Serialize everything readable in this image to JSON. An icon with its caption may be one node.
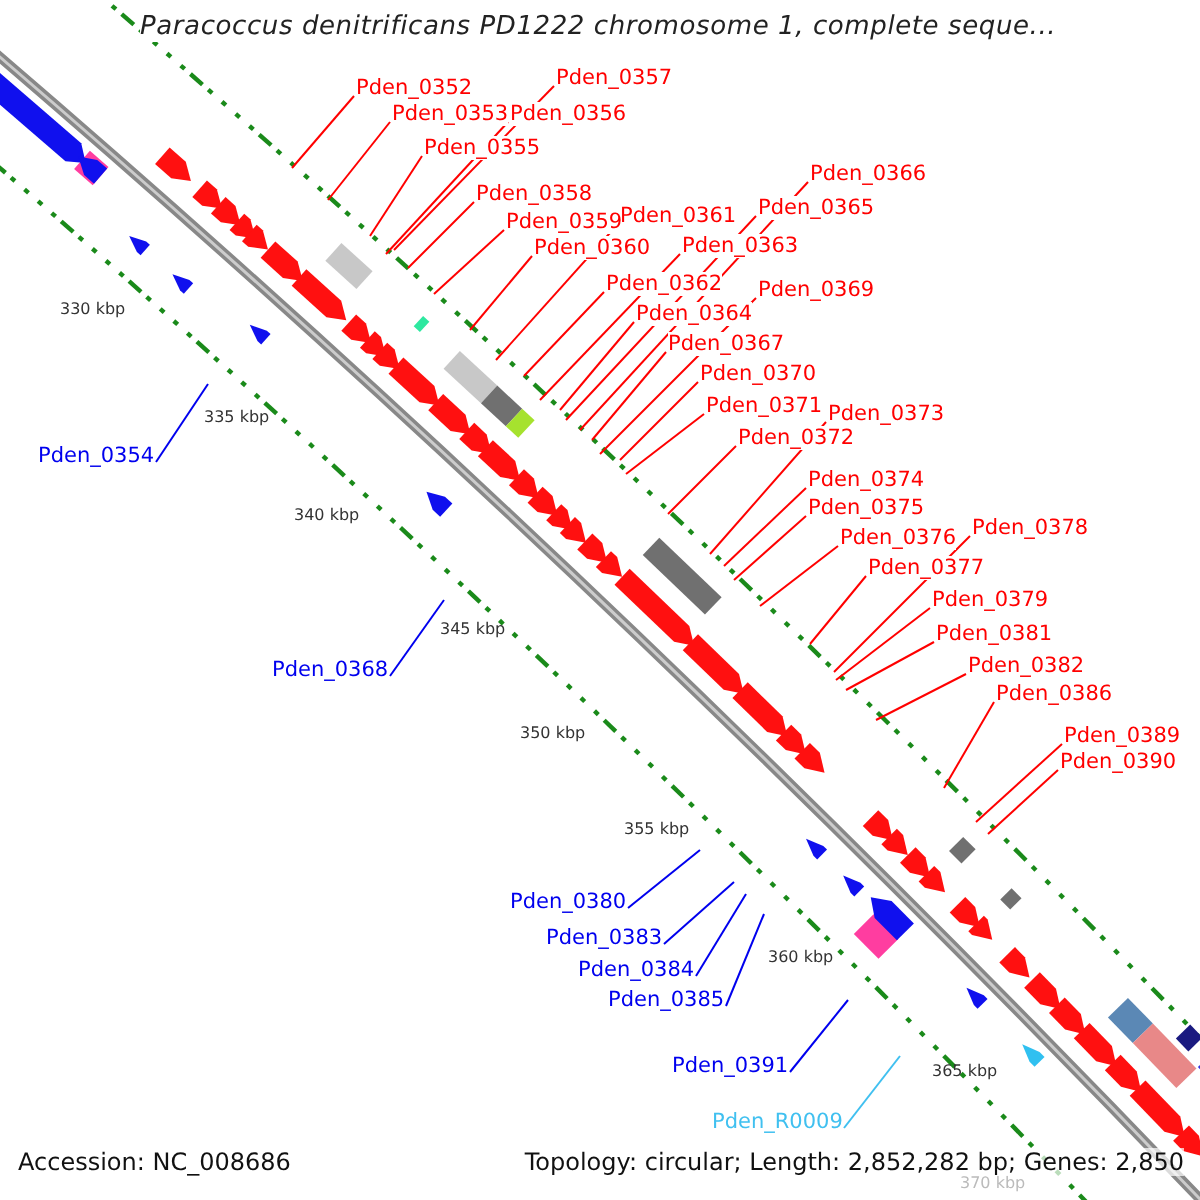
{
  "diagram": {
    "title": "Paracoccus denitrificans PD1222 chromosome 1, complete seque...",
    "nodes": [
      {
        "text": [
          "Pden_0357"
        ]
      },
      {
        "text": [
          "Pden_0352"
        ]
      },
      {
        "text": [
          "Pden_0353"
        ]
      },
      {
        "text": [
          "Pden_0356"
        ]
      },
      {
        "text": [
          "Pden_0355"
        ]
      },
      {
        "text": [
          "Pden_0366"
        ]
      },
      {
        "text": [
          "Pden_0358"
        ]
      },
      {
        "text": [
          "Pden_0365"
        ]
      },
      {
        "text": [
          "Pden_0361"
        ]
      },
      {
        "text": [
          "Pden_0359"
        ]
      },
      {
        "text": [
          "Pden_0363"
        ]
      },
      {
        "text": [
          "Pden_0360"
        ]
      },
      {
        "text": [
          "Pden_0362"
        ]
      },
      {
        "text": [
          "Pden_0369"
        ]
      },
      {
        "text": [
          "Pden_0364"
        ]
      },
      {
        "text": [
          "Pden_0367"
        ]
      },
      {
        "text": [
          "Pden_0370"
        ]
      },
      {
        "text": [
          "Pden_0371"
        ]
      },
      {
        "text": [
          "Pden_0373"
        ]
      },
      {
        "text": [
          "Pden_0372"
        ]
      },
      {
        "text": [
          "Pden_0354"
        ]
      },
      {
        "text": [
          "Pden_0374"
        ]
      },
      {
        "text": [
          "Pden_0375"
        ]
      },
      {
        "text": [
          "Pden_0378"
        ]
      },
      {
        "text": [
          "Pden_0376"
        ]
      },
      {
        "text": [
          "Pden_0377"
        ]
      },
      {
        "text": [
          "Pden_0379"
        ]
      },
      {
        "text": [
          "Pden_0381"
        ]
      },
      {
        "text": [
          "Pden_0382"
        ]
      },
      {
        "text": [
          "Pden_0368"
        ]
      },
      {
        "text": [
          "Pden_0386"
        ]
      },
      {
        "text": [
          "Pden_0389"
        ]
      },
      {
        "text": [
          "Pden_0390"
        ]
      },
      {
        "text": [
          "Pden_0380"
        ]
      },
      {
        "text": [
          "Pden_0383"
        ]
      },
      {
        "text": [
          "Pden_0384"
        ]
      },
      {
        "text": [
          "Pden_0385"
        ]
      },
      {
        "text": [
          "Pden_0391"
        ]
      },
      {
        "text": [
          "Pden_R0009"
        ]
      }
    ],
    "edges": [
      {
        "from": 0,
        "to": null,
        "arrow": "none"
      },
      {
        "from": 1,
        "to": null,
        "arrow": "none"
      },
      {
        "from": 2,
        "to": null,
        "arrow": "none"
      },
      {
        "from": 3,
        "to": null,
        "arrow": "none"
      },
      {
        "from": 4,
        "to": null,
        "arrow": "none"
      },
      {
        "from": 5,
        "to": null,
        "arrow": "none"
      },
      {
        "from": 6,
        "to": null,
        "arrow": "none"
      },
      {
        "from": 7,
        "to": null,
        "arrow": "none"
      },
      {
        "from": 8,
        "to": null,
        "arrow": "none"
      },
      {
        "from": 9,
        "to": null,
        "arrow": "none"
      },
      {
        "from": 10,
        "to": null,
        "arrow": "none"
      },
      {
        "from": 11,
        "to": null,
        "arrow": "none"
      },
      {
        "from": 12,
        "to": null,
        "arrow": "none"
      },
      {
        "from": 13,
        "to": null,
        "arrow": "none"
      },
      {
        "from": 14,
        "to": null,
        "arrow": "none"
      },
      {
        "from": 15,
        "to": null,
        "arrow": "none"
      },
      {
        "from": 16,
        "to": null,
        "arrow": "none"
      },
      {
        "from": 17,
        "to": null,
        "arrow": "none"
      },
      {
        "from": 18,
        "to": null,
        "arrow": "none"
      },
      {
        "from": 19,
        "to": null,
        "arrow": "none"
      },
      {
        "from": 20,
        "to": null,
        "arrow": "none",
        "color": "#0000ee"
      },
      {
        "from": 21,
        "to": null,
        "arrow": "none"
      },
      {
        "from": 22,
        "to": null,
        "arrow": "none"
      },
      {
        "from": 23,
        "to": null,
        "arrow": "none"
      },
      {
        "from": 24,
        "to": null,
        "arrow": "none"
      },
      {
        "from": 25,
        "to": null,
        "arrow": "none"
      },
      {
        "from": 26,
        "to": null,
        "arrow": "none"
      },
      {
        "from": 27,
        "to": null,
        "arrow": "none"
      },
      {
        "from": 28,
        "to": null,
        "arrow": "none"
      },
      {
        "from": 29,
        "to": null,
        "arrow": "none",
        "color": "#0000ee"
      },
      {
        "from": 30,
        "to": null,
        "arrow": "none"
      },
      {
        "from": 31,
        "to": null,
        "arrow": "none"
      },
      {
        "from": 32,
        "to": null,
        "arrow": "none"
      },
      {
        "from": 33,
        "to": null,
        "arrow": "none",
        "color": "#0000ee"
      },
      {
        "from": 34,
        "to": null,
        "arrow": "none",
        "color": "#0000ee"
      },
      {
        "from": 35,
        "to": null,
        "arrow": "none",
        "color": "#0000ee"
      },
      {
        "from": 36,
        "to": null,
        "arrow": "none",
        "color": "#0000ee"
      },
      {
        "from": 37,
        "to": null,
        "arrow": "none",
        "color": "#0000ee"
      },
      {
        "from": 38,
        "to": null,
        "arrow": "none",
        "color": "#40c0f0"
      }
    ],
    "labels": [
      "330 kbp",
      "335 kbp",
      "340 kbp",
      "345 kbp",
      "350 kbp",
      "355 kbp",
      "360 kbp",
      "365 kbp",
      "370 kbp",
      "Accession: NC_008686",
      "Topology: circular; Length: 2,852,282 bp; Genes: 2,850"
    ]
  }
}
